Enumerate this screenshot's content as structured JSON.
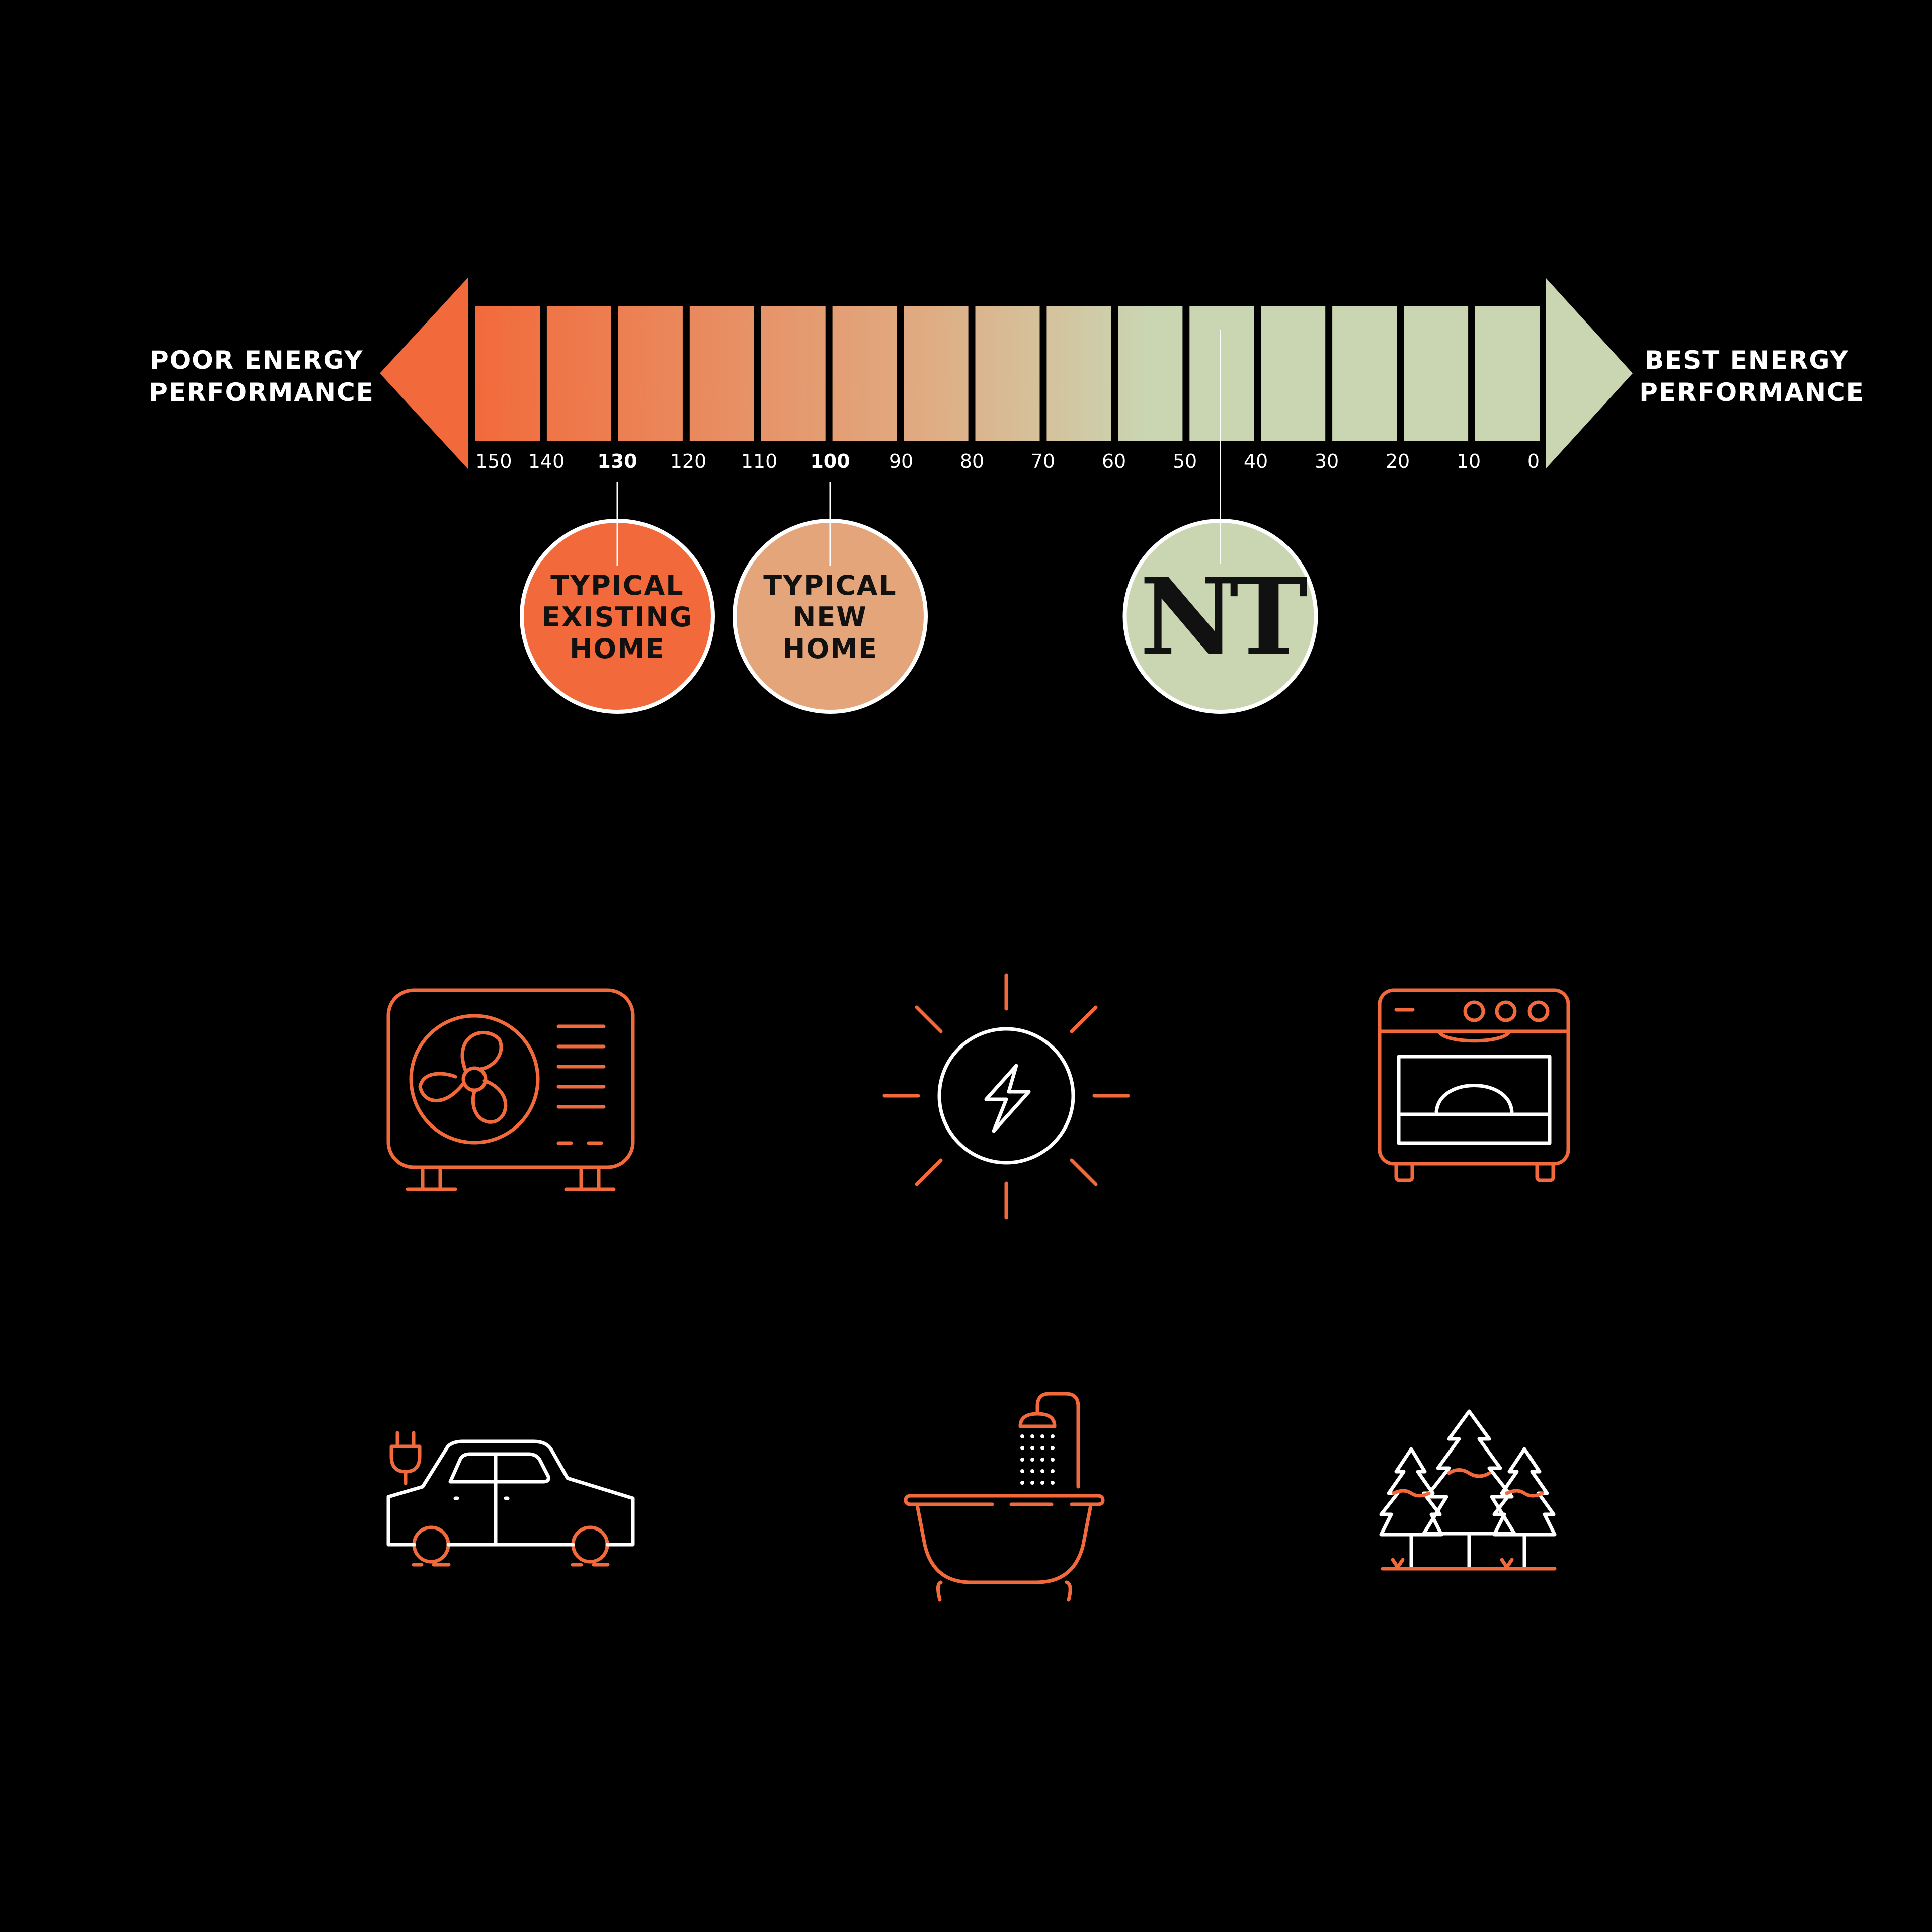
{
  "scale": {
    "left_label": [
      "POOR ENERGY",
      "PERFORMANCE"
    ],
    "right_label": [
      "BEST ENERGY",
      "PERFORMANCE"
    ],
    "ticks": [
      "150",
      "140",
      "130",
      "120",
      "110",
      "100",
      "90",
      "80",
      "70",
      "60",
      "50",
      "40",
      "30",
      "20",
      "10",
      "0"
    ],
    "bold_ticks": [
      "130",
      "100"
    ],
    "poor_color": "#f26a3b",
    "best_color": "#cad5b2"
  },
  "markers": [
    {
      "id": "typical-existing-home",
      "value": 130,
      "lines": [
        "TYPICAL",
        "EXISTING",
        "HOME"
      ],
      "color": "#f26a3b"
    },
    {
      "id": "typical-new-home",
      "value": 100,
      "lines": [
        "TYPICAL",
        "NEW",
        "HOME"
      ],
      "color": "#e4a57a"
    },
    {
      "id": "nt",
      "value": 45,
      "brand": "NT",
      "color": "#cad5b2"
    }
  ],
  "icons": [
    {
      "name": "heat-pump-icon"
    },
    {
      "name": "solar-power-icon"
    },
    {
      "name": "electric-oven-icon"
    },
    {
      "name": "electric-car-icon"
    },
    {
      "name": "bathtub-shower-icon"
    },
    {
      "name": "forest-icon"
    }
  ],
  "colors": {
    "accent": "#f26a3b",
    "line": "#ffffff",
    "background": "#000000"
  }
}
